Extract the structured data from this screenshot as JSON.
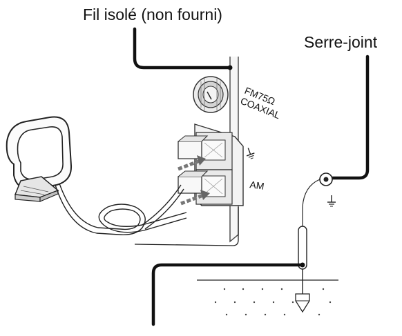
{
  "labels": {
    "insulated_wire": "Fil isolé (non fourni)",
    "clamp": "Serre-joint",
    "fm_line1": "FM75Ω",
    "fm_line2": "COAXIAL",
    "am": "AM"
  },
  "colors": {
    "ink": "#111111",
    "outline": "#444444",
    "fill_light": "#f2f2f2",
    "fill_mid": "#d8d8d8",
    "arrow_gray": "#777777"
  },
  "icons": [
    "ground-symbol-icon",
    "ground-symbol-icon"
  ]
}
